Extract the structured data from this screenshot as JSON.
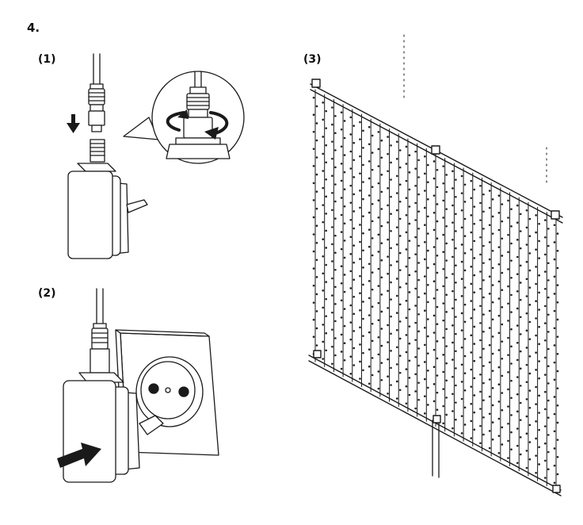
{
  "step": {
    "number": "4.",
    "panels": [
      {
        "label": "(1)"
      },
      {
        "label": "(2)"
      },
      {
        "label": "(3)"
      }
    ]
  },
  "colors": {
    "line": "#1a1a1a",
    "fill": "#ffffff",
    "led": "#222222"
  },
  "curtain": {
    "strand_count": 27,
    "leds_per_strand": 31
  }
}
